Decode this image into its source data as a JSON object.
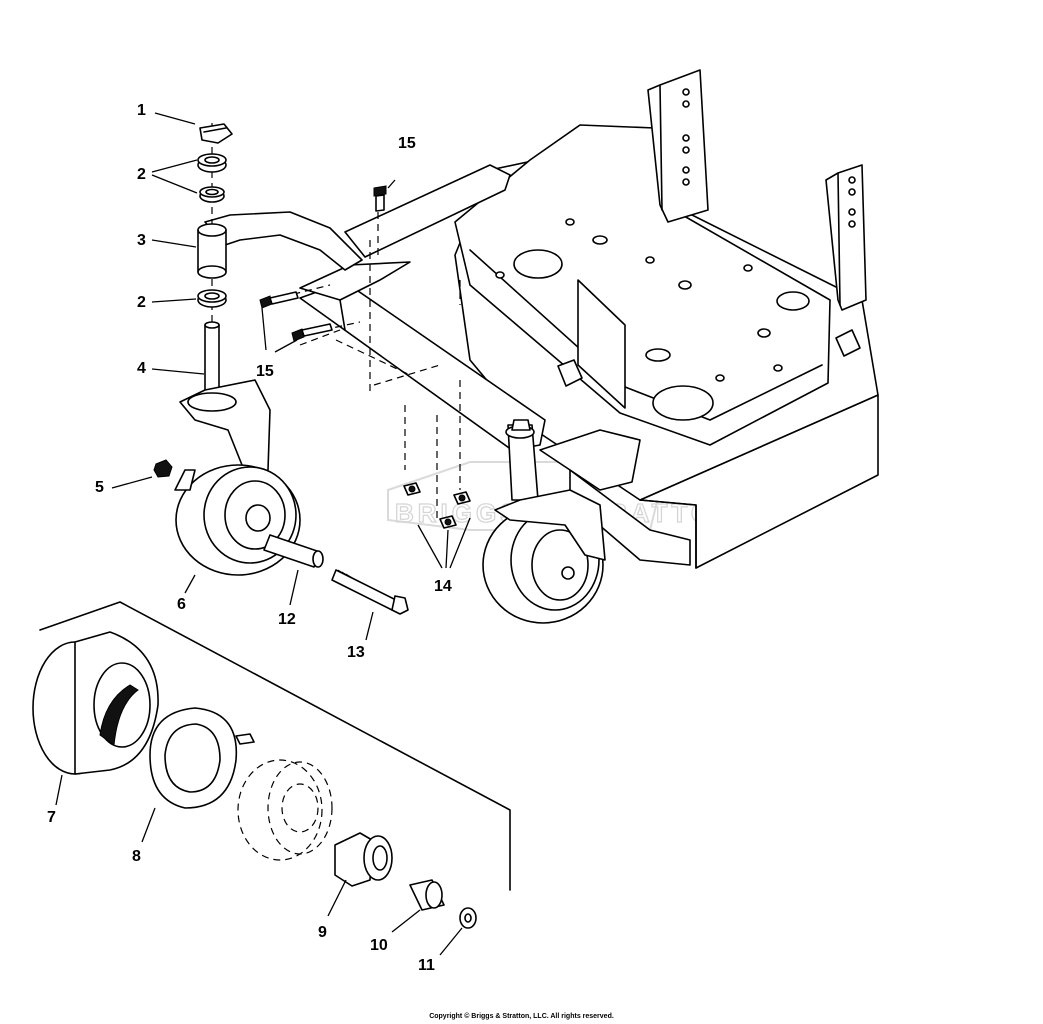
{
  "diagram": {
    "type": "exploded parts diagram",
    "watermark": "BRIGGS & STRATTON",
    "copyright": "Copyright © Briggs & Stratton, LLC. All rights reserved.",
    "callouts": {
      "c1": "1",
      "c2a": "2",
      "c2b": "2",
      "c3": "3",
      "c4": "4",
      "c5": "5",
      "c6": "6",
      "c7": "7",
      "c8": "8",
      "c9": "9",
      "c10": "10",
      "c11": "11",
      "c12": "12",
      "c13": "13",
      "c14": "14",
      "c15a": "15",
      "c15b": "15"
    }
  }
}
